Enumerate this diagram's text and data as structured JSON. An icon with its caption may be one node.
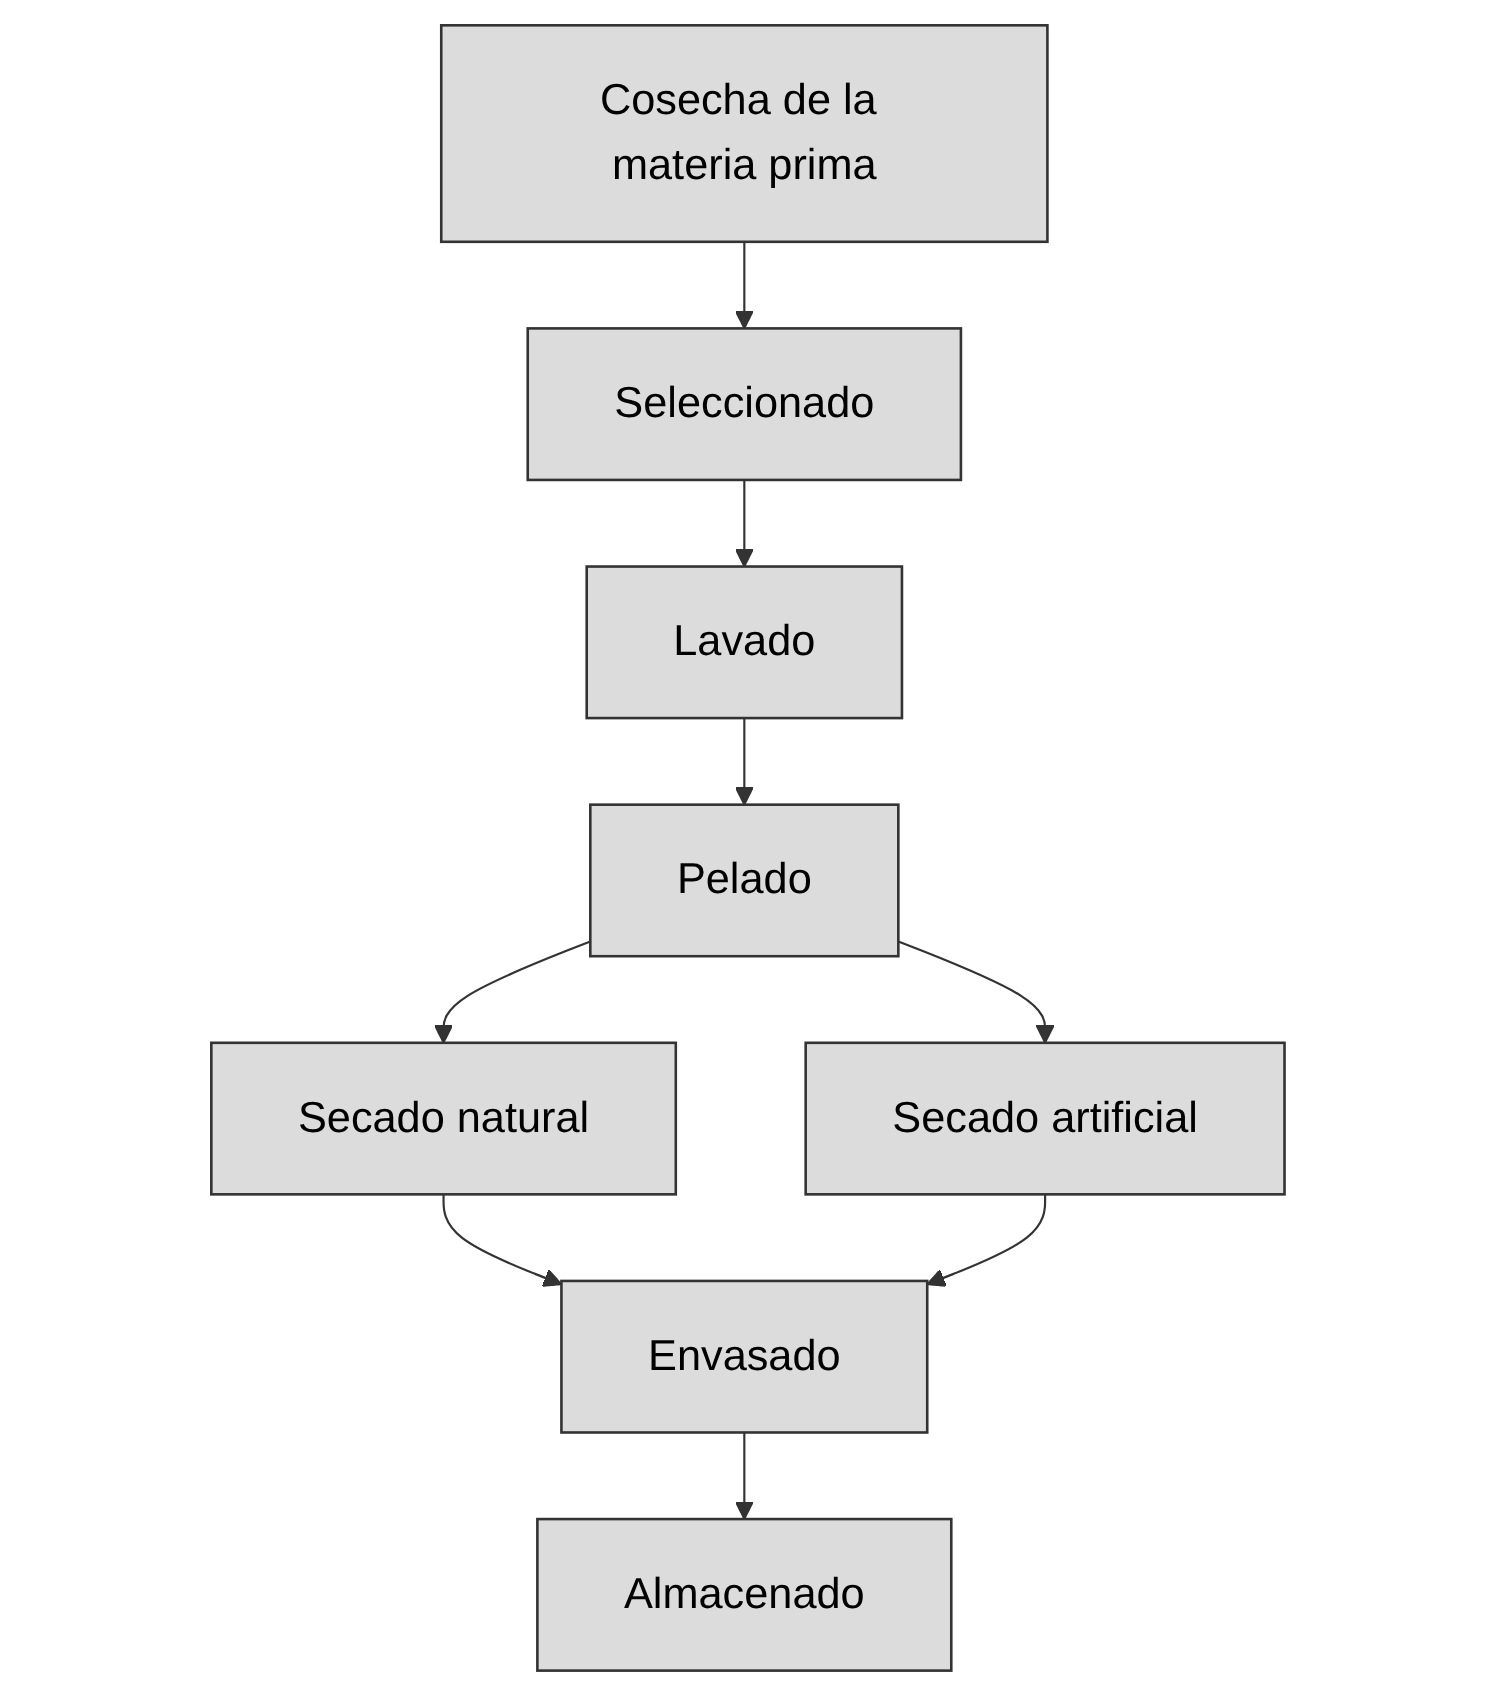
{
  "diagram": {
    "nodes": [
      {
        "text": [
          "Cosecha de la materia prima"
        ]
      },
      {
        "text": [
          "Seleccionado"
        ]
      },
      {
        "text": [
          "Lavado"
        ]
      },
      {
        "text": [
          "Pelado"
        ]
      },
      {
        "text": [
          "Secado natural"
        ]
      },
      {
        "text": [
          "Secado artificial"
        ]
      },
      {
        "text": [
          "Envasado"
        ]
      },
      {
        "text": [
          "Almacenado"
        ]
      }
    ],
    "edges": [
      {
        "from": 0,
        "to": 1,
        "arrow": "to"
      },
      {
        "from": 1,
        "to": 2,
        "arrow": "to"
      },
      {
        "from": 2,
        "to": 3,
        "arrow": "to"
      },
      {
        "from": 3,
        "to": 4,
        "arrow": "to"
      },
      {
        "from": 3,
        "to": 5,
        "arrow": "to"
      },
      {
        "from": 4,
        "to": 6,
        "arrow": "to"
      },
      {
        "from": 5,
        "to": 6,
        "arrow": "to"
      },
      {
        "from": 6,
        "to": 7,
        "arrow": "to"
      }
    ]
  }
}
